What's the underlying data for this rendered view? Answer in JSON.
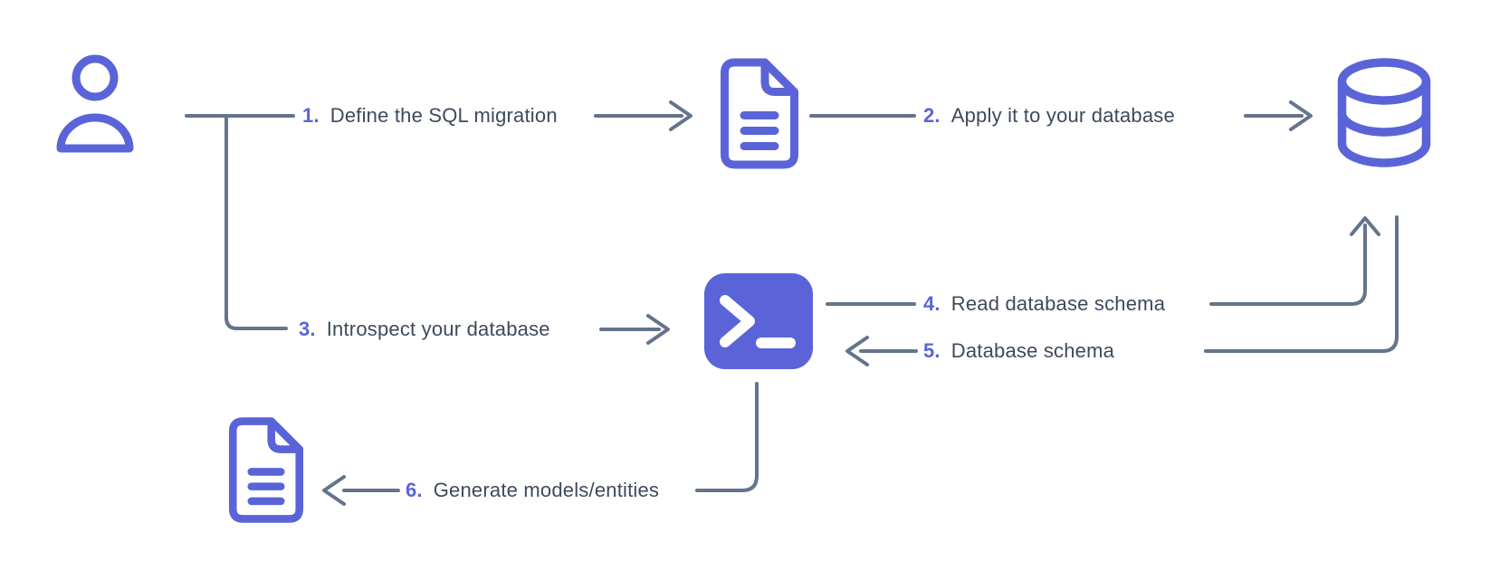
{
  "theme": {
    "accent": "#5a64d8",
    "line": "#64748b",
    "text": "#3d4a5c",
    "bg": "#ffffff"
  },
  "diagram": {
    "type": "flow-diagram",
    "nodes": [
      {
        "id": "user",
        "icon": "user-icon"
      },
      {
        "id": "migration-file",
        "icon": "file-text-icon"
      },
      {
        "id": "database",
        "icon": "database-icon"
      },
      {
        "id": "cli",
        "icon": "terminal-icon"
      },
      {
        "id": "models-file",
        "icon": "file-text-icon"
      }
    ],
    "edges": [
      {
        "from": "user",
        "to": "migration-file",
        "step": "1"
      },
      {
        "from": "migration-file",
        "to": "database",
        "step": "2"
      },
      {
        "from": "user",
        "to": "cli",
        "step": "3"
      },
      {
        "from": "cli",
        "to": "database",
        "step": "4"
      },
      {
        "from": "database",
        "to": "cli",
        "step": "5"
      },
      {
        "from": "cli",
        "to": "models-file",
        "step": "6"
      }
    ]
  },
  "steps": [
    {
      "num": "1.",
      "text": "Define the SQL migration"
    },
    {
      "num": "2.",
      "text": "Apply it to your database"
    },
    {
      "num": "3.",
      "text": "Introspect your database"
    },
    {
      "num": "4.",
      "text": "Read database schema"
    },
    {
      "num": "5.",
      "text": "Database schema"
    },
    {
      "num": "6.",
      "text": "Generate models/entities"
    }
  ]
}
